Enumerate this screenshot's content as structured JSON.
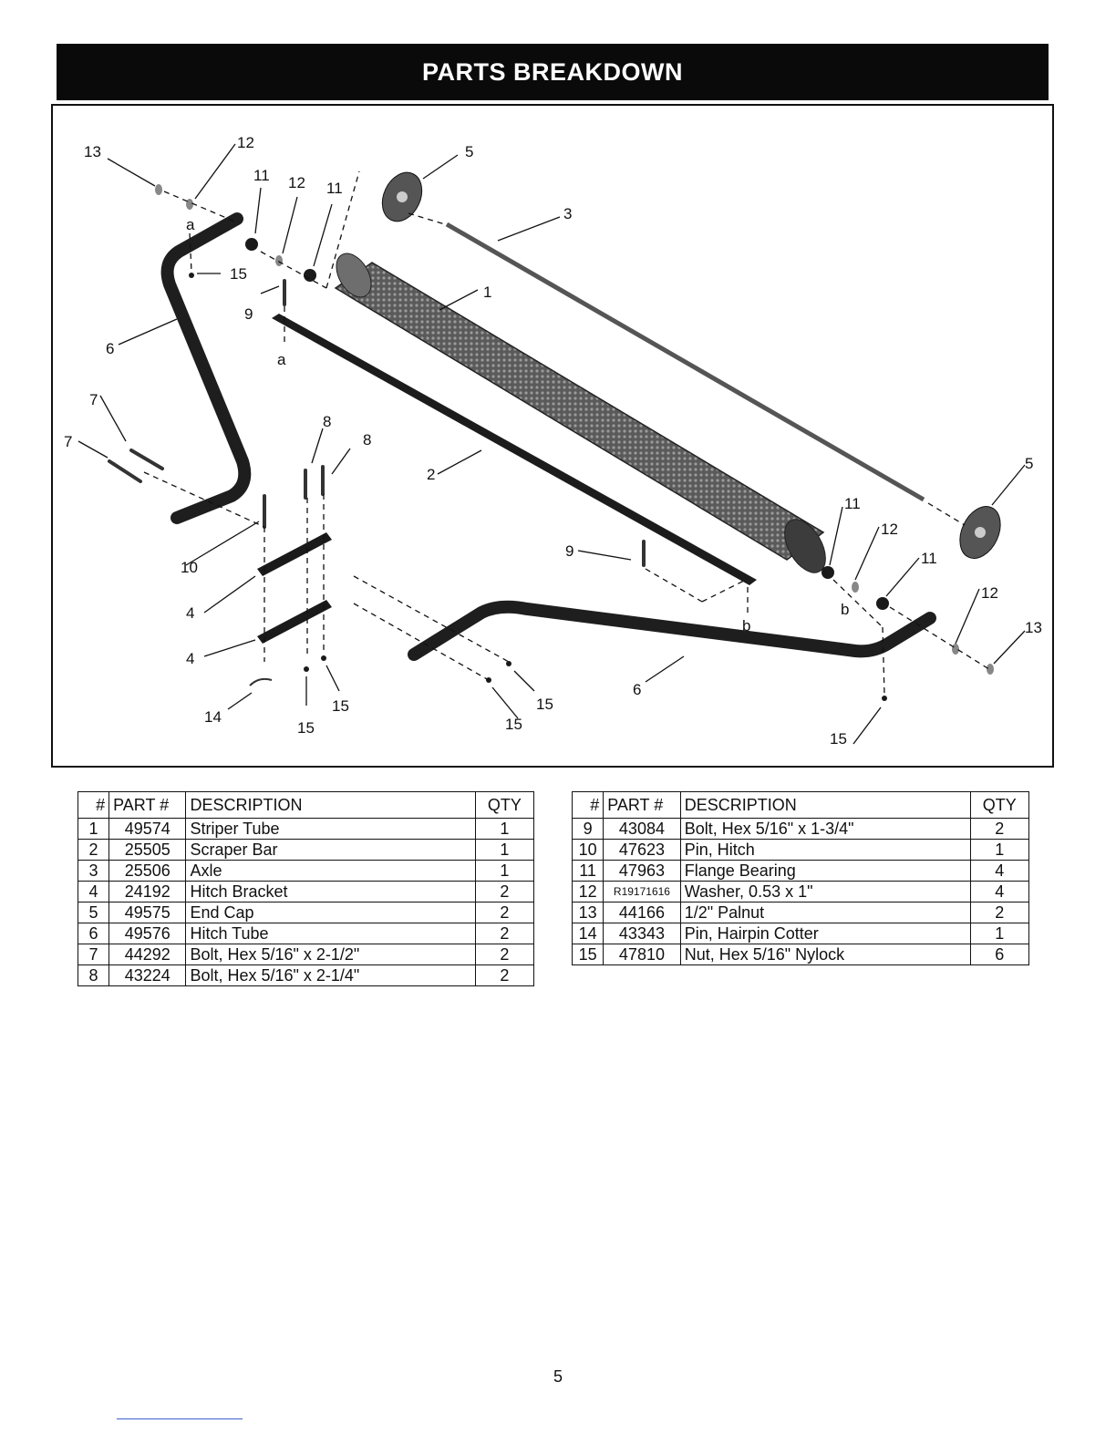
{
  "title": "PARTS BREAKDOWN",
  "callouts": {
    "n1": "1",
    "n2": "2",
    "n3": "3",
    "n4a": "4",
    "n4b": "4",
    "n5a": "5",
    "n5b": "5",
    "n6a": "6",
    "n6b": "6",
    "n7a": "7",
    "n7b": "7",
    "n8a": "8",
    "n8b": "8",
    "n9a": "9",
    "n9b": "9",
    "n10": "10",
    "n11a": "11",
    "n11b": "11",
    "n11c": "11",
    "n11d": "11",
    "n12a": "12",
    "n12b": "12",
    "n12c": "12",
    "n12d": "12",
    "n13a": "13",
    "n13b": "13",
    "n14": "14",
    "n15a": "15",
    "n15b": "15",
    "n15c": "15",
    "n15d": "15",
    "n15e": "15",
    "n15f": "15",
    "a1": "a",
    "a2": "a",
    "b1": "b",
    "b2": "b"
  },
  "table_headers": {
    "num": "#",
    "part": "PART #",
    "desc": "DESCRIPTION",
    "qty": "QTY"
  },
  "parts_left": [
    {
      "num": "1",
      "part": "49574",
      "desc": "Striper Tube",
      "qty": "1"
    },
    {
      "num": "2",
      "part": "25505",
      "desc": "Scraper Bar",
      "qty": "1"
    },
    {
      "num": "3",
      "part": "25506",
      "desc": "Axle",
      "qty": "1"
    },
    {
      "num": "4",
      "part": "24192",
      "desc": "Hitch Bracket",
      "qty": "2"
    },
    {
      "num": "5",
      "part": "49575",
      "desc": "End Cap",
      "qty": "2"
    },
    {
      "num": "6",
      "part": "49576",
      "desc": "Hitch Tube",
      "qty": "2"
    },
    {
      "num": "7",
      "part": "44292",
      "desc": "Bolt, Hex 5/16\" x 2-1/2\"",
      "qty": "2"
    },
    {
      "num": "8",
      "part": "43224",
      "desc": "Bolt, Hex 5/16\" x 2-1/4\"",
      "qty": "2"
    }
  ],
  "parts_right": [
    {
      "num": "9",
      "part": "43084",
      "desc": "Bolt, Hex 5/16\" x 1-3/4\"",
      "qty": "2"
    },
    {
      "num": "10",
      "part": "47623",
      "desc": "Pin, Hitch",
      "qty": "1"
    },
    {
      "num": "11",
      "part": "47963",
      "desc": "Flange Bearing",
      "qty": "4"
    },
    {
      "num": "12",
      "part": "R19171616",
      "desc": "Washer, 0.53 x 1\"",
      "qty": "4"
    },
    {
      "num": "13",
      "part": "44166",
      "desc": "1/2\" Palnut",
      "qty": "2"
    },
    {
      "num": "14",
      "part": "43343",
      "desc": "Pin, Hairpin Cotter",
      "qty": "1"
    },
    {
      "num": "15",
      "part": "47810",
      "desc": "Nut, Hex 5/16\" Nylock",
      "qty": "6"
    }
  ],
  "page_number": "5"
}
